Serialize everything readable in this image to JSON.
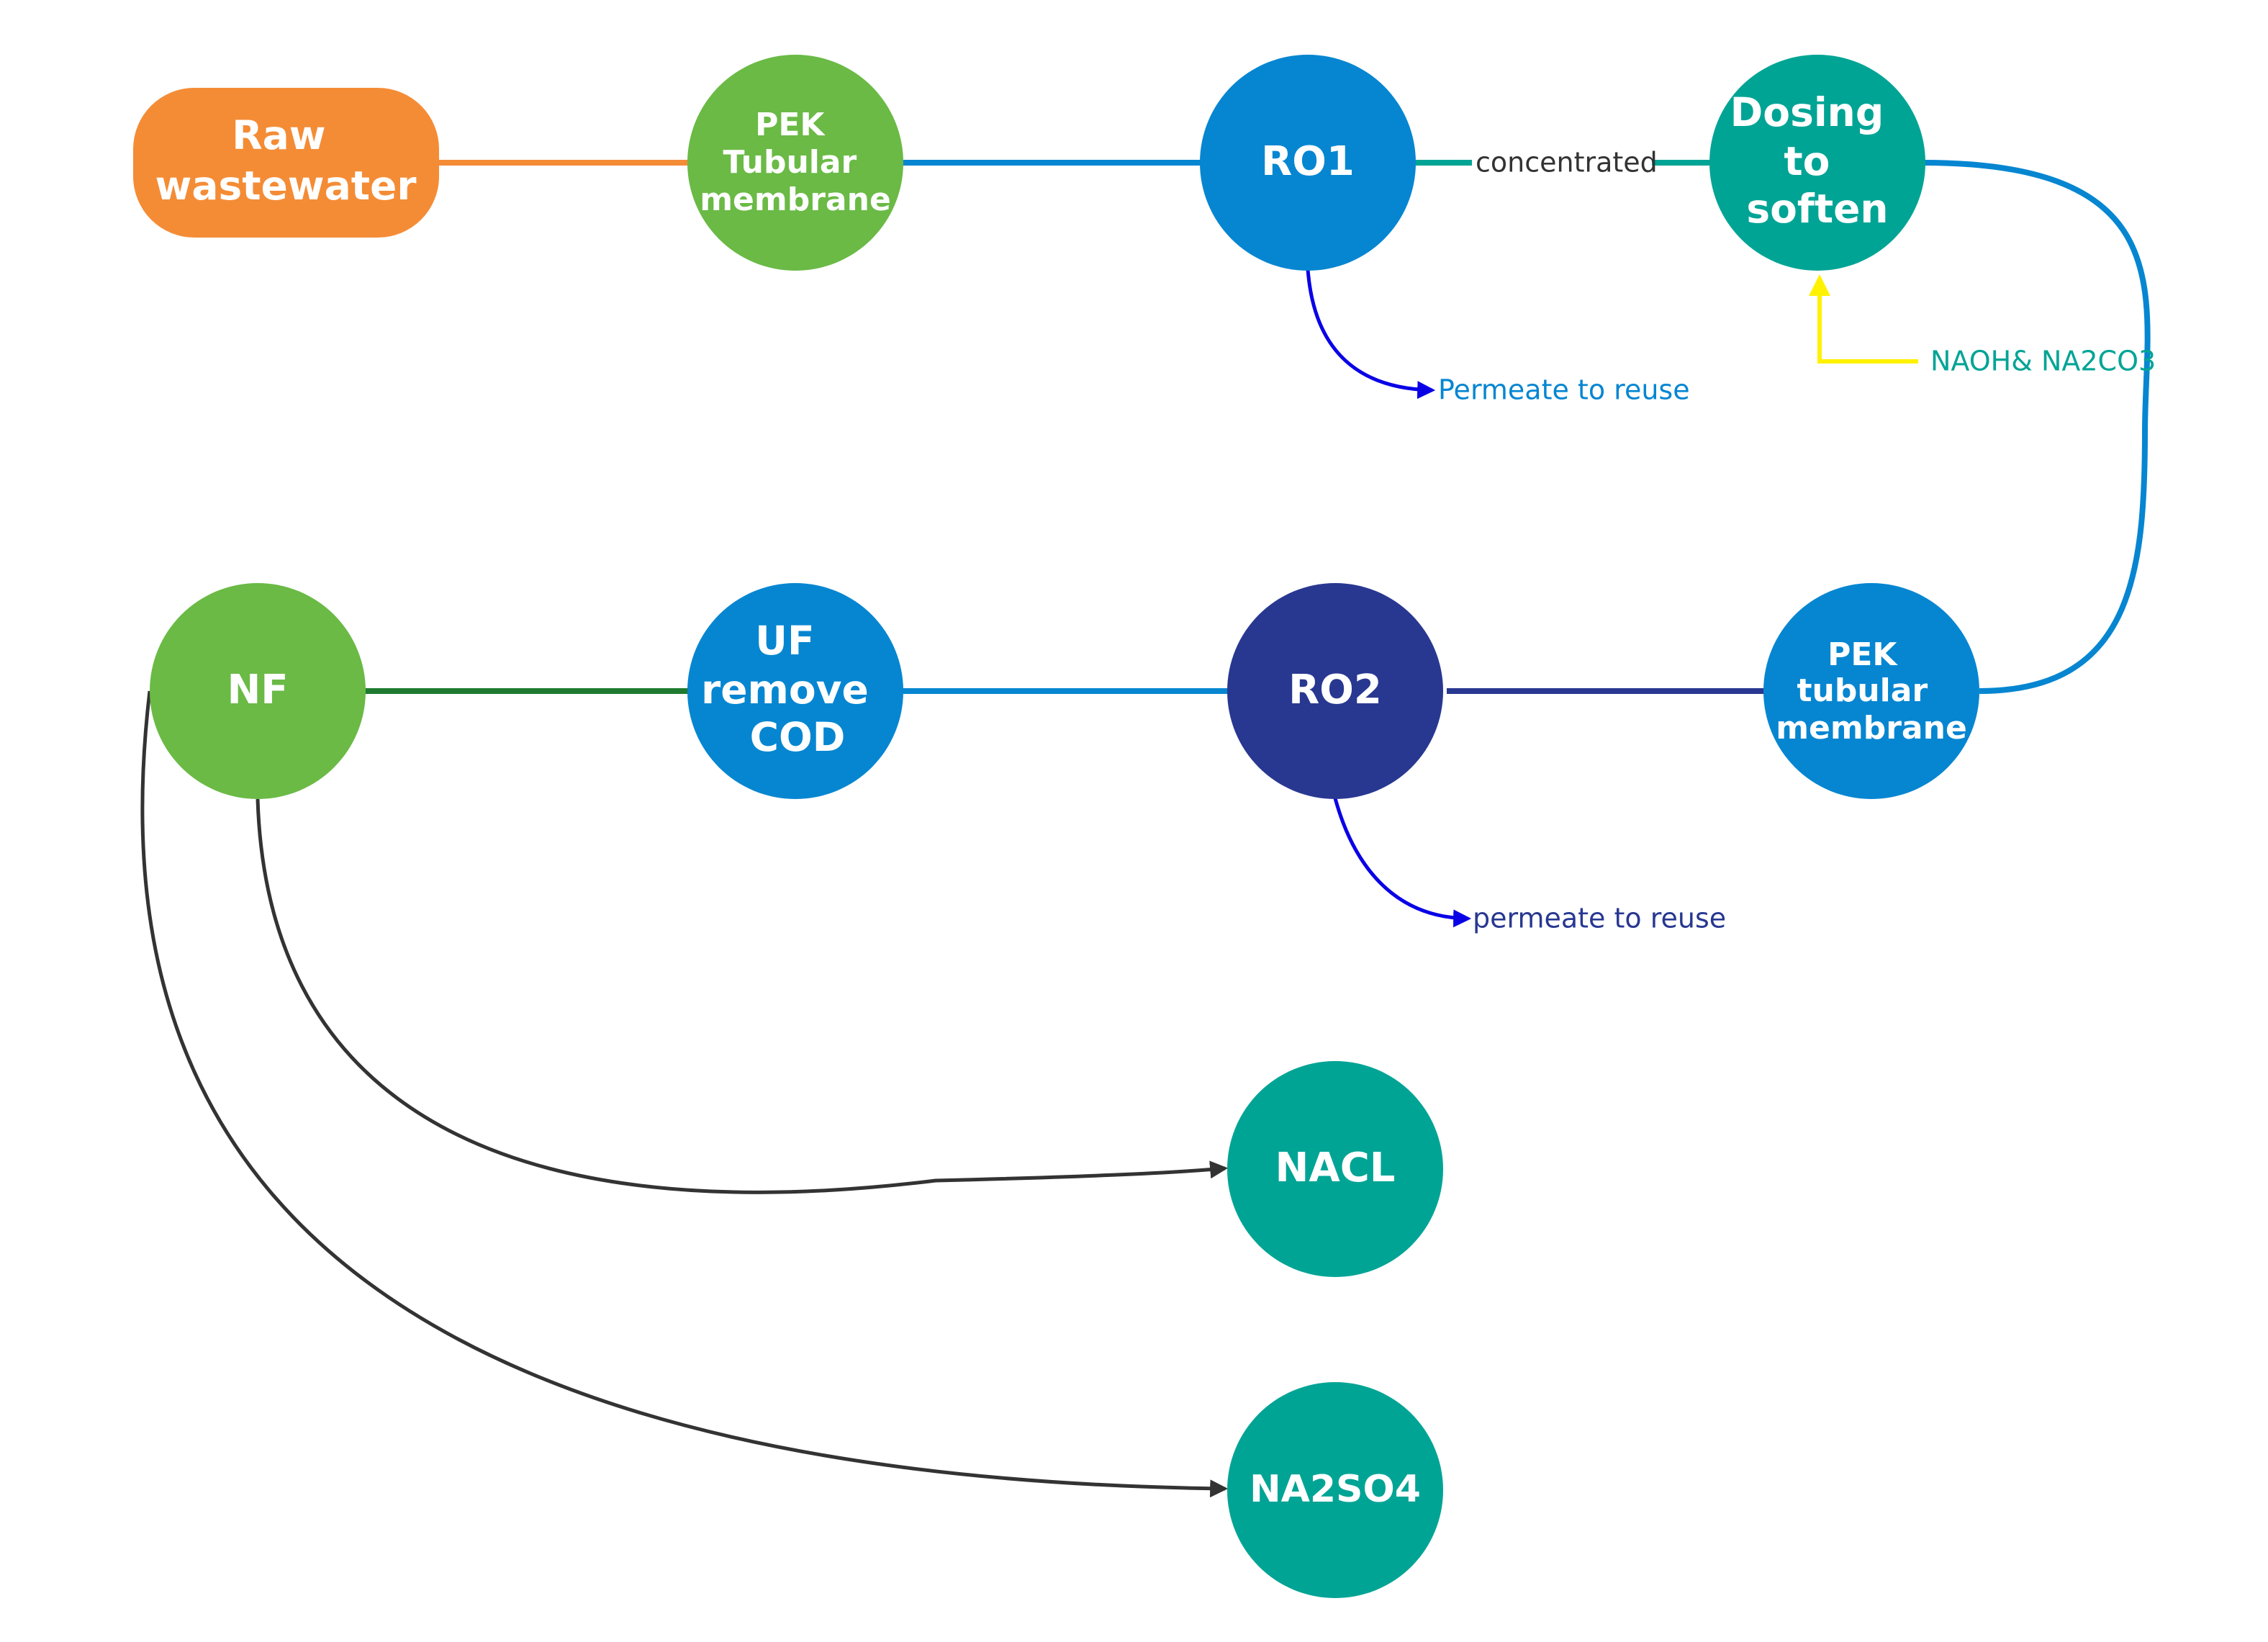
{
  "nodes": {
    "raw_wastewater": {
      "lines": [
        "Raw",
        "wastewater"
      ],
      "color": "#F48C36"
    },
    "pek_tubular_1": {
      "lines": [
        "PEK",
        "Tubular",
        "membrane"
      ],
      "color": "#6ABA45"
    },
    "ro1": {
      "lines": [
        "RO1"
      ],
      "color": "#0686D1"
    },
    "dosing": {
      "lines": [
        "Dosing",
        "to",
        "soften"
      ],
      "color": "#00A495"
    },
    "pek_tubular_2": {
      "lines": [
        "PEK",
        "tubular",
        "membrane"
      ],
      "color": "#0686D1"
    },
    "ro2": {
      "lines": [
        "RO2"
      ],
      "color": "#283891"
    },
    "uf": {
      "lines": [
        "UF",
        "remove",
        "COD"
      ],
      "color": "#0686D1"
    },
    "nf": {
      "lines": [
        "NF"
      ],
      "color": "#6ABA45"
    },
    "nacl": {
      "lines": [
        "NACL"
      ],
      "color": "#00A495"
    },
    "na2so4": {
      "lines": [
        "NA2SO4"
      ],
      "color": "#00A495"
    }
  },
  "edge_labels": {
    "concentrated": {
      "text": "concentrated",
      "color": "#333333"
    },
    "permeate_ro1": {
      "text": "Permeate to reuse",
      "color": "#0686D1"
    },
    "naoh": {
      "text": "NAOH& NA2CO3",
      "color": "#00A495"
    },
    "permeate_ro2": {
      "text": "permeate to reuse",
      "color": "#283891"
    }
  },
  "edge_colors": {
    "orange": "#F48C36",
    "blue": "#0686D1",
    "teal": "#00A495",
    "navy": "#283891",
    "green_dark": "#1F7A30",
    "arrow_blue": "#0A00E6",
    "yellow": "#FFF200",
    "black": "#333333"
  }
}
